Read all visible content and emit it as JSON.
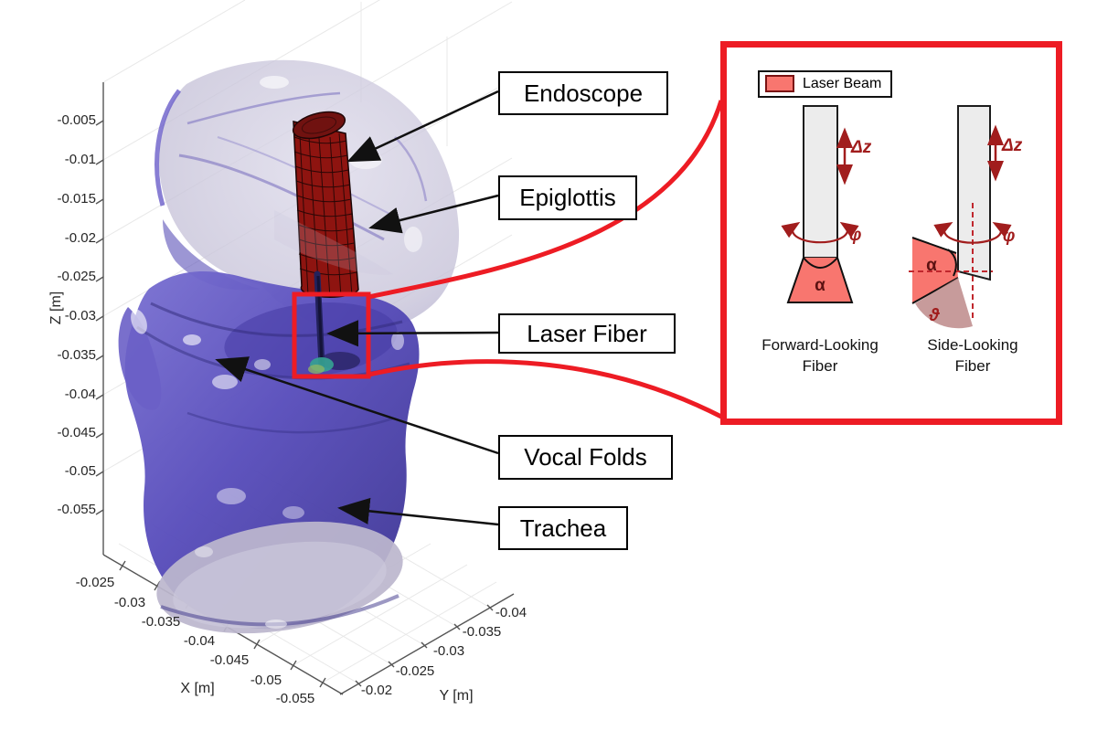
{
  "axes": {
    "z": {
      "label": "Z [m]",
      "ticks": [
        "-0.005",
        "-0.01",
        "-0.015",
        "-0.02",
        "-0.025",
        "-0.03",
        "-0.035",
        "-0.04",
        "-0.045",
        "-0.05",
        "-0.055"
      ]
    },
    "x": {
      "label": "X [m]",
      "ticks": [
        "-0.025",
        "-0.03",
        "-0.035",
        "-0.04",
        "-0.045",
        "-0.05",
        "-0.055"
      ]
    },
    "y": {
      "label": "Y [m]",
      "ticks": [
        "-0.04",
        "-0.035",
        "-0.03",
        "-0.025",
        "-0.02"
      ]
    }
  },
  "callouts": {
    "endoscope": "Endoscope",
    "epiglottis": "Epiglottis",
    "laser_fiber": "Laser Fiber",
    "vocal_folds": "Vocal Folds",
    "trachea": "Trachea"
  },
  "inset": {
    "legend_label": "Laser Beam",
    "forward": {
      "caption_line1": "Forward-Looking",
      "caption_line2": "Fiber",
      "dz": "Δz",
      "phi": "φ",
      "alpha": "α"
    },
    "side": {
      "caption_line1": "Side-Looking",
      "caption_line2": "Fiber",
      "dz": "Δz",
      "phi": "φ",
      "alpha": "α",
      "theta": "ϑ"
    }
  },
  "colors": {
    "accent_red": "#ed1c24",
    "dark_red": "#a11d1d",
    "laser_beam_salmon": "#f8766f",
    "anatomy_purple": "#5a50b8",
    "endoscope_red": "#8e1410"
  }
}
